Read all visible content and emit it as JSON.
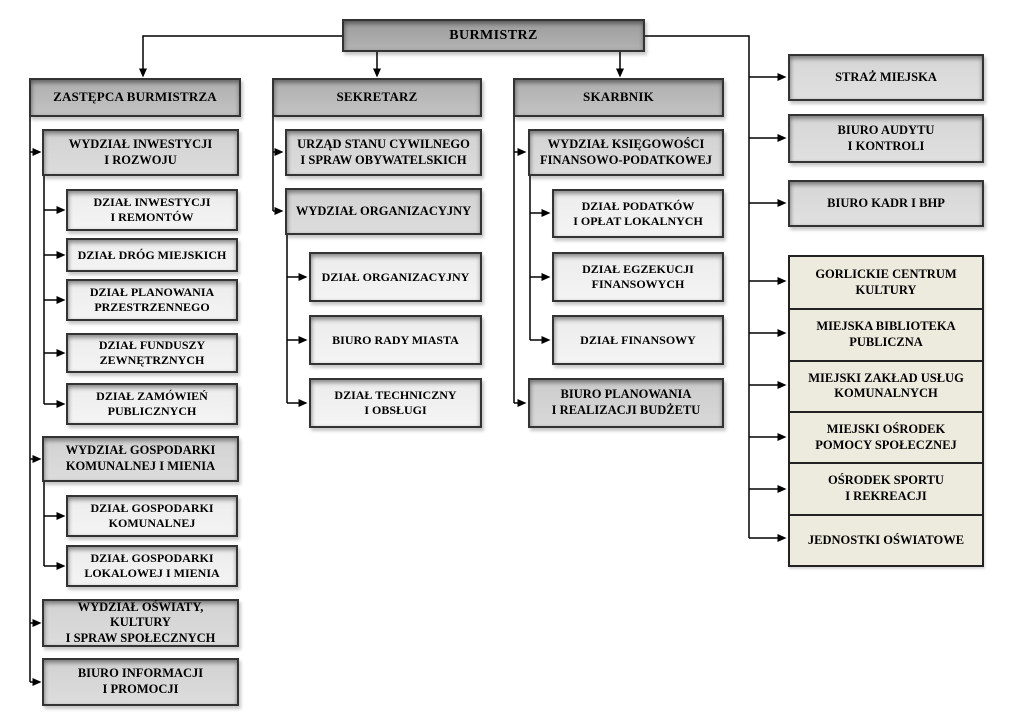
{
  "diagram_type": "organizational-chart",
  "colors": {
    "root_fill": "#a9a9a9",
    "header_fill": "#bcbcbc",
    "department_fill": "#d7d7d7",
    "section_fill": "#f1f1f1",
    "office_fill": "#d2d2d2",
    "direct_unit_fill": "#dbdbdb",
    "municipal_unit_fill": "#edeade",
    "border": "#333333",
    "connector": "#000000"
  },
  "org": {
    "root": {
      "label": "BURMISTRZ"
    },
    "deputy": {
      "title": "ZASTĘPCA BURMISTRZA",
      "units": [
        {
          "label": "WYDZIAŁ INWESTYCJI\nI ROZWOJU",
          "sub": [
            "DZIAŁ INWESTYCJI\nI REMONTÓW",
            "DZIAŁ DRÓG MIEJSKICH",
            "DZIAŁ PLANOWANIA\nPRZESTRZENNEGO",
            "DZIAŁ FUNDUSZY\nZEWNĘTRZNYCH",
            "DZIAŁ ZAMÓWIEŃ\nPUBLICZNYCH"
          ]
        },
        {
          "label": "WYDZIAŁ GOSPODARKI\nKOMUNALNEJ I MIENIA",
          "sub": [
            "DZIAŁ GOSPODARKI\nKOMUNALNEJ",
            "DZIAŁ GOSPODARKI\nLOKALOWEJ I MIENIA"
          ]
        },
        {
          "label": "WYDZIAŁ OŚWIATY, KULTURY\nI SPRAW SPOŁECZNYCH",
          "sub": []
        },
        {
          "label": "BIURO INFORMACJI\nI PROMOCJI",
          "sub": []
        }
      ]
    },
    "secretary": {
      "title": "SEKRETARZ",
      "units": [
        {
          "label": "URZĄD STANU CYWILNEGO\nI SPRAW OBYWATELSKICH",
          "sub": []
        },
        {
          "label": "WYDZIAŁ ORGANIZACYJNY",
          "sub": [
            "DZIAŁ ORGANIZACYJNY",
            "BIURO RADY MIASTA",
            "DZIAŁ TECHNICZNY\nI OBSŁUGI"
          ]
        }
      ]
    },
    "treasurer": {
      "title": "SKARBNIK",
      "units": [
        {
          "label": "WYDZIAŁ KSIĘGOWOŚCI\nFINANSOWO-PODATKOWEJ",
          "sub": [
            "DZIAŁ PODATKÓW\nI OPŁAT LOKALNYCH",
            "DZIAŁ EGZEKUCJI\nFINANSOWYCH",
            "DZIAŁ FINANSOWY"
          ]
        },
        {
          "label": "BIURO PLANOWANIA\nI REALIZACJI BUDŻETU",
          "sub": []
        }
      ]
    },
    "mayor_direct": {
      "offices": [
        "STRAŻ MIEJSKA",
        "BIURO AUDYTU\nI KONTROLI",
        "BIURO KADR I BHP"
      ],
      "municipal_units": [
        "GORLICKIE CENTRUM\nKULTURY",
        "MIEJSKA BIBLIOTEKA\nPUBLICZNA",
        "MIEJSKI ZAKŁAD USŁUG\nKOMUNALNYCH",
        "MIEJSKI OŚRODEK\nPOMOCY SPOŁECZNEJ",
        "OŚRODEK SPORTU\nI REKREACJI",
        "JEDNOSTKI OŚWIATOWE"
      ]
    }
  }
}
